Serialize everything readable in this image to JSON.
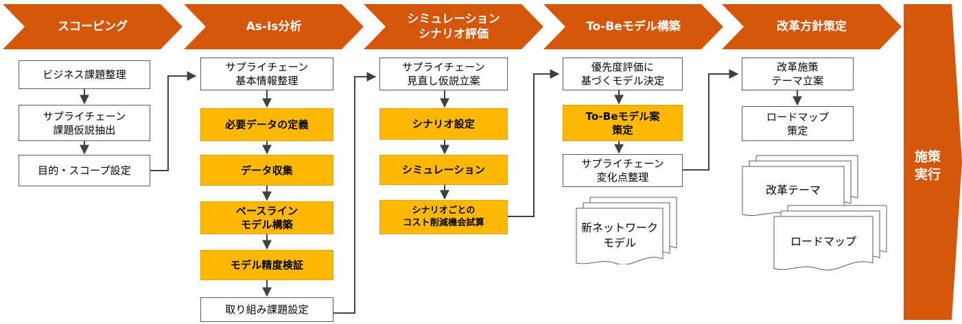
{
  "colors": {
    "header": "#d55609",
    "highlight": "#ffb800",
    "line": "#404040"
  },
  "phases": [
    {
      "id": "scoping",
      "title": "スコーピング"
    },
    {
      "id": "asis",
      "title": "As-Is分析"
    },
    {
      "id": "sim",
      "title": "シミュレーション\nシナリオ評価"
    },
    {
      "id": "tobe",
      "title": "To-Beモデル構築"
    },
    {
      "id": "policy",
      "title": "改革方針策定"
    }
  ],
  "execution": {
    "title": "施策\n実行"
  },
  "steps": {
    "scoping": [
      {
        "text": "ビジネス課題整理",
        "highlight": false
      },
      {
        "text": "サプライチェーン\n課題仮説抽出",
        "highlight": false
      },
      {
        "text": "目的・スコープ設定",
        "highlight": false
      }
    ],
    "asis": [
      {
        "text": "サプライチェーン\n基本情報整理",
        "highlight": false
      },
      {
        "text": "必要データの定義",
        "highlight": true
      },
      {
        "text": "データ収集",
        "highlight": true
      },
      {
        "text": "ベースライン\nモデル構築",
        "highlight": true
      },
      {
        "text": "モデル精度検証",
        "highlight": true
      },
      {
        "text": "取り組み課題設定",
        "highlight": false
      }
    ],
    "sim": [
      {
        "text": "サプライチェーン\n見直し仮説立案",
        "highlight": false
      },
      {
        "text": "シナリオ設定",
        "highlight": true
      },
      {
        "text": "シミュレーション",
        "highlight": true
      },
      {
        "text": "シナリオごとの\nコスト削減機会試算",
        "highlight": true
      }
    ],
    "tobe": [
      {
        "text": "優先度評価に\n基づくモデル決定",
        "highlight": false
      },
      {
        "text": "To-Beモデル案\n策定",
        "highlight": true
      },
      {
        "text": "サプライチェーン\n変化点整理",
        "highlight": false
      }
    ],
    "policy": [
      {
        "text": "改革施策\nテーマ立案",
        "highlight": false
      },
      {
        "text": "ロードマップ\n策定",
        "highlight": false
      }
    ]
  },
  "outputs": {
    "network_model": "新ネットワーク\nモデル",
    "reform_theme": "改革テーマ",
    "roadmap": "ロードマップ"
  }
}
